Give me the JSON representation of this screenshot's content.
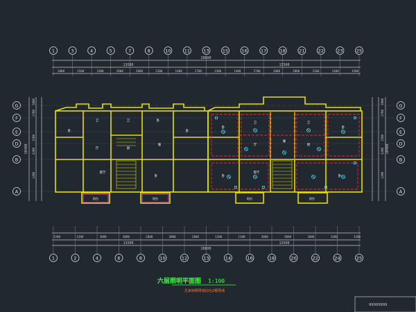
{
  "drawing": {
    "title": "六层照明平面图",
    "scale": "1:100",
    "note": "凡未标明导线均为2根导线",
    "block_code": "99999999"
  },
  "axes": {
    "top_numbers": [
      "1",
      "3",
      "4",
      "5",
      "7",
      "8",
      "10",
      "11",
      "13",
      "15",
      "16",
      "17",
      "18",
      "21",
      "22",
      "23",
      "25"
    ],
    "bottom_numbers": [
      "1",
      "2",
      "4",
      "6",
      "8",
      "10",
      "12",
      "13",
      "14",
      "16",
      "18",
      "20",
      "22",
      "24",
      "25"
    ],
    "left_letters": [
      "G",
      "F",
      "E",
      "D",
      "B",
      "A"
    ],
    "right_letters": [
      "G",
      "F",
      "E",
      "D",
      "B",
      "A"
    ]
  },
  "dimensions": {
    "top_overall": "28800",
    "top_sub_left": "13500",
    "top_sub_right": "13500",
    "top_segments": [
      "2000",
      "1500",
      "2300",
      "2000",
      "2000",
      "2300",
      "1400",
      "2700",
      "2300",
      "1400",
      "2700",
      "2000",
      "2000",
      "2300",
      "1400",
      "1500"
    ],
    "bottom_overall": "28800",
    "bottom_sub_left": "13500",
    "bottom_sub_right": "13500",
    "bottom_segments": [
      "1200",
      "1200",
      "3000",
      "3000",
      "2000",
      "3000",
      "1800",
      "1200",
      "1200",
      "3000",
      "3000",
      "2000",
      "3300",
      "1200"
    ],
    "left_segments": [
      "1000",
      "2700",
      "1500",
      "4200",
      "1200"
    ],
    "left_overall": "10400",
    "right_segments": [
      "1000",
      "2700",
      "1500",
      "4200",
      "1200"
    ],
    "right_overall": "10400"
  },
  "rooms": {
    "left": [
      "卧",
      "卫",
      "厅",
      "卫",
      "卧",
      "厨",
      "卧",
      "客厅",
      "餐",
      "卧"
    ],
    "right": [
      "卧",
      "卫",
      "厅",
      "卫",
      "卧",
      "厨",
      "卧",
      "客厅",
      "餐",
      "卧"
    ],
    "balcony": "阳台"
  }
}
